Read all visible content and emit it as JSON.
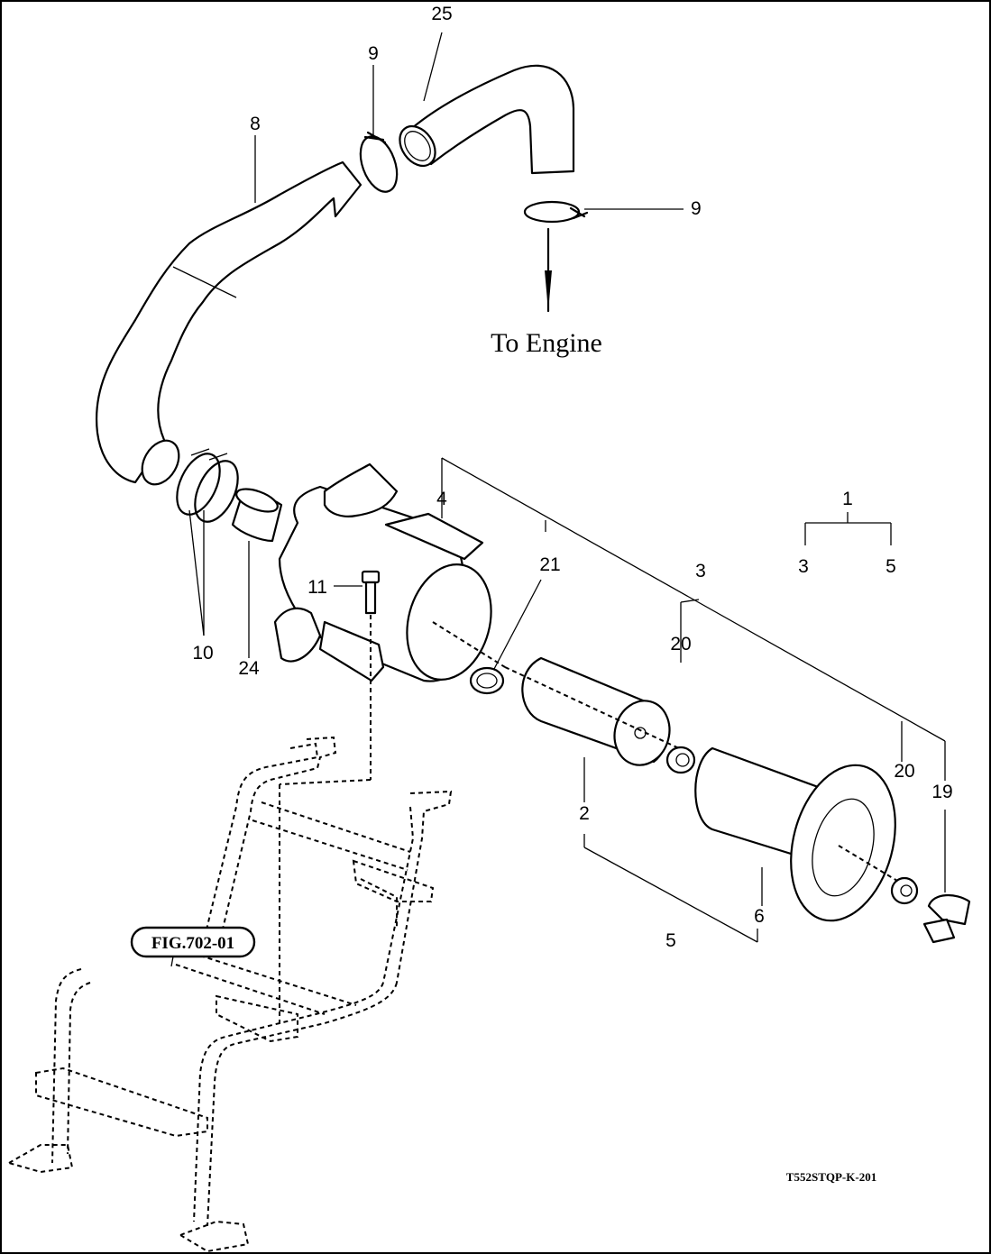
{
  "callouts": {
    "c1": "1",
    "c2": "2",
    "c3a": "3",
    "c3b": "3",
    "c4": "4",
    "c5a": "5",
    "c5b": "5",
    "c6": "6",
    "c8": "8",
    "c9a": "9",
    "c9b": "9",
    "c10": "10",
    "c11": "11",
    "c19": "19",
    "c20a": "20",
    "c20b": "20",
    "c21": "21",
    "c24": "24",
    "c25": "25"
  },
  "destination_label": "To Engine",
  "figure_ref": "FIG.702-01",
  "drawing_code": "T552STQP-K-201"
}
